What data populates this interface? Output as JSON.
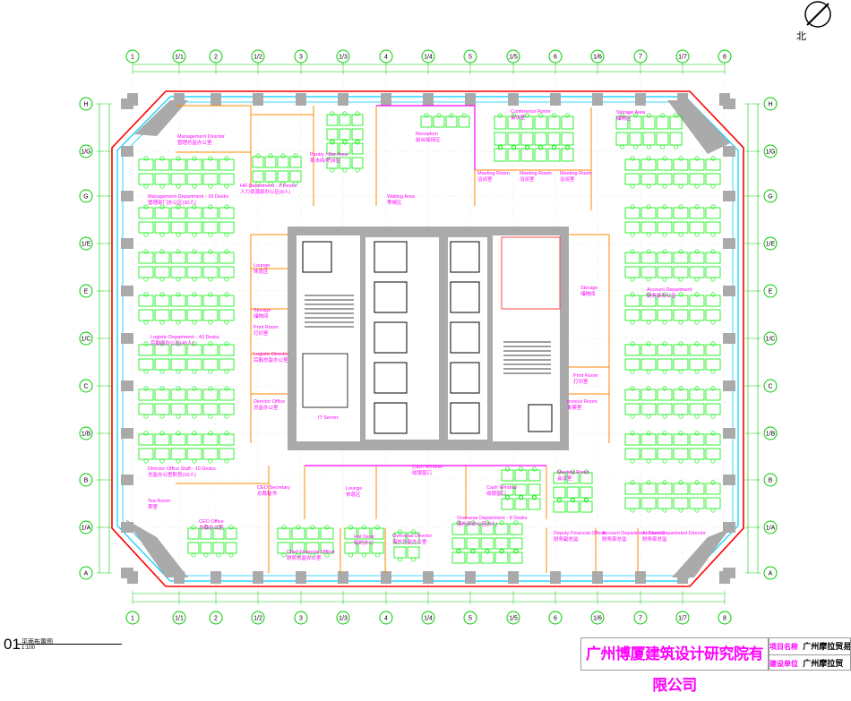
{
  "columns": [
    "1",
    "1/1",
    "2",
    "1/2",
    "3",
    "1/3",
    "4",
    "1/4",
    "5",
    "1/5",
    "6",
    "1/6",
    "7",
    "1/7",
    "8"
  ],
  "rows": [
    "H",
    "1/G",
    "G",
    "1/E",
    "E",
    "1/C",
    "C",
    "1/B",
    "B",
    "1/A",
    "A"
  ],
  "rooms": [
    {
      "id": "management-director",
      "name": "Management Director",
      "cn": "管理总监办公室"
    },
    {
      "id": "hr-department",
      "name": "HR Department - 8 Desks",
      "cn": "人力资源部办公区(8人)"
    },
    {
      "id": "management-department",
      "name": "Management Department - 30 Desks",
      "cn": "管理部门办公区(30人)"
    },
    {
      "id": "pantry",
      "name": "Pantry / Bar Area",
      "cn": "茶水间/吧台区"
    },
    {
      "id": "reception",
      "name": "Reception",
      "cn": "前台接待区"
    },
    {
      "id": "waiting-area",
      "name": "Waiting Area",
      "cn": "等候区"
    },
    {
      "id": "conference-room",
      "name": "Conference Room",
      "cn": "会议室"
    },
    {
      "id": "meeting-room-1",
      "name": "Meeting Room",
      "cn": "洽谈室"
    },
    {
      "id": "meeting-room-2",
      "name": "Meeting Room",
      "cn": "洽谈室"
    },
    {
      "id": "meeting-room-3",
      "name": "Meeting Room",
      "cn": "洽谈室"
    },
    {
      "id": "storage-area",
      "name": "Storage Area",
      "cn": "储物区"
    },
    {
      "id": "lounge",
      "name": "Lounge",
      "cn": "休息区"
    },
    {
      "id": "storage-1",
      "name": "Storage",
      "cn": "储物间"
    },
    {
      "id": "print-room-1",
      "name": "Print Room",
      "cn": "打印室"
    },
    {
      "id": "logistic-department",
      "name": "Logistic Department - 40 Desks",
      "cn": "后勤部办公区(40人)"
    },
    {
      "id": "logistic-director",
      "name": "Logistic Director",
      "cn": "后勤总监办公室"
    },
    {
      "id": "director-office",
      "name": "Director Office",
      "cn": "总监办公室"
    },
    {
      "id": "it-server",
      "name": "IT Server",
      "cn": ""
    },
    {
      "id": "account-department",
      "name": "Account Department",
      "cn": "财务部办公区"
    },
    {
      "id": "storage-2",
      "name": "Storage",
      "cn": "储物间"
    },
    {
      "id": "print-room-2",
      "name": "Print Room",
      "cn": "打印室"
    },
    {
      "id": "invoice-room",
      "name": "Invoice Room",
      "cn": "发票室"
    },
    {
      "id": "director-office-staff",
      "name": "Director Office Staff - 10 Desks",
      "cn": "总监办公室职员(10人)"
    },
    {
      "id": "ceo-secretary",
      "name": "CEO Secretary",
      "cn": "总裁秘书"
    },
    {
      "id": "tea-room",
      "name": "Tea Room",
      "cn": "茶室"
    },
    {
      "id": "ceo-office",
      "name": "CEO Office",
      "cn": "总裁办公室"
    },
    {
      "id": "lounge-2",
      "name": "Lounge",
      "cn": "休息区"
    },
    {
      "id": "cash-window",
      "name": "Cash Window",
      "cn": "收银窗口"
    },
    {
      "id": "cash-window-2",
      "name": "Cash Window",
      "cn": "收银窗口"
    },
    {
      "id": "meeting-room-4",
      "name": "Meeting Room",
      "cn": "会议室"
    },
    {
      "id": "chief-financial-officer",
      "name": "Chief Financial Officer",
      "cn": "财务总监办公室"
    },
    {
      "id": "hot-desk",
      "name": "Hot Desk",
      "cn": "临时办公"
    },
    {
      "id": "overseas-director",
      "name": "Overseas Director",
      "cn": "海外总监办公室"
    },
    {
      "id": "overseas-department",
      "name": "Overseas Department - 8 Desks",
      "cn": "海外部办公区(8人)"
    },
    {
      "id": "deputy-financial-officer",
      "name": "Deputy Financial Officer",
      "cn": "财务副总监"
    },
    {
      "id": "account-department-director",
      "name": "Account Department Director",
      "cn": "财务部总监"
    },
    {
      "id": "account-department-director-2",
      "name": "Account Department Director",
      "cn": "财务部总监"
    }
  ],
  "drawing": {
    "number": "01",
    "title": "平面布置图",
    "scale": "1:100"
  },
  "north_label": "北",
  "title_block": {
    "company": "广州博厦建筑设计研究院有限公司",
    "project_label": "项目名称",
    "project_value": "广州摩拉贸易有限",
    "client_label": "建设单位",
    "client_value": "广州摩拉贸"
  },
  "colors": {
    "grid": "#00cc00",
    "label": "#ff00ff",
    "wall": "#aaaaaa",
    "outer": "#ff0000",
    "glass": "#00ccff",
    "furniture": "#00ee00"
  }
}
